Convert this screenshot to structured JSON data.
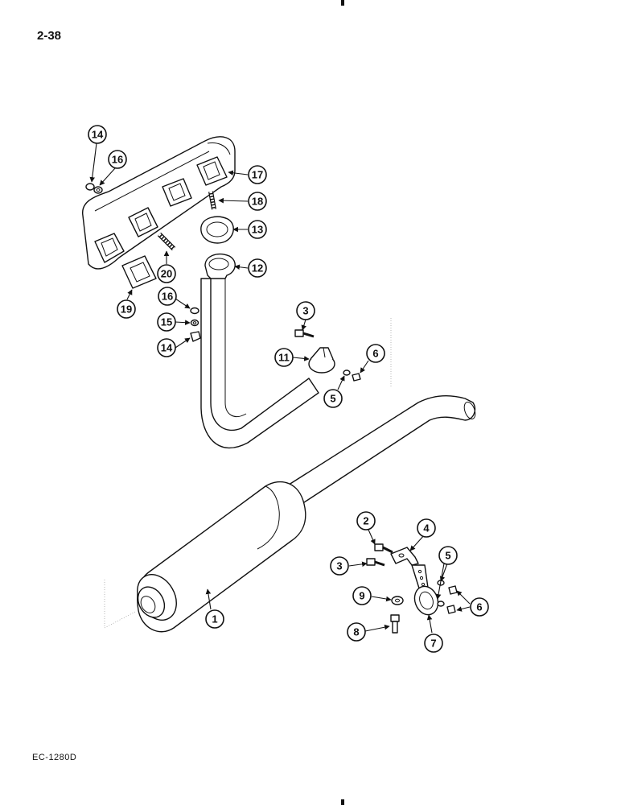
{
  "page_number": "2-38",
  "document_code": "EC-1280D",
  "callouts": {
    "c1": "1",
    "c2": "2",
    "c3a": "3",
    "c3b": "3",
    "c4": "4",
    "c5a": "5",
    "c5b": "5",
    "c6a": "6",
    "c6b": "6",
    "c7": "7",
    "c8": "8",
    "c9": "9",
    "c11": "11",
    "c12": "12",
    "c13": "13",
    "c14a": "14",
    "c14b": "14",
    "c15": "15",
    "c16a": "16",
    "c16b": "16",
    "c17": "17",
    "c18": "18",
    "c19": "19",
    "c20": "20"
  }
}
